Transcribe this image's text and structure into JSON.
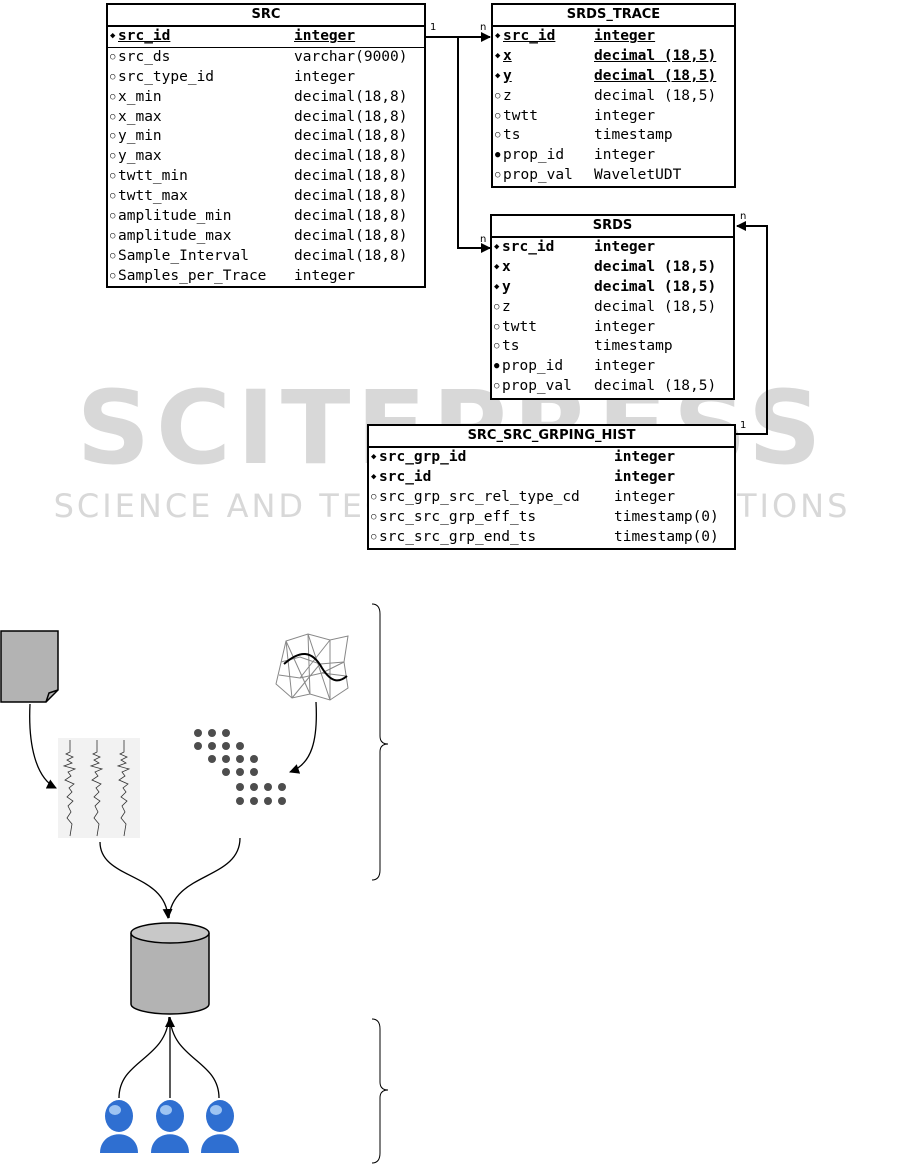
{
  "watermark": {
    "title": "SCITEPRESS",
    "subtitle": "SCIENCE AND TECHNOLOGY PUBLICATIONS"
  },
  "tables": {
    "src": {
      "title": "SRC",
      "rows": [
        {
          "name": "src_id",
          "type": "integer"
        },
        {
          "name": "src_ds",
          "type": "varchar(9000)"
        },
        {
          "name": "src_type_id",
          "type": "integer"
        },
        {
          "name": "x_min",
          "type": "decimal(18,8)"
        },
        {
          "name": "x_max",
          "type": "decimal(18,8)"
        },
        {
          "name": "y_min",
          "type": "decimal(18,8)"
        },
        {
          "name": "y_max",
          "type": "decimal(18,8)"
        },
        {
          "name": "twtt_min",
          "type": "decimal(18,8)"
        },
        {
          "name": "twtt_max",
          "type": "decimal(18,8)"
        },
        {
          "name": "amplitude_min",
          "type": "decimal(18,8)"
        },
        {
          "name": "amplitude_max",
          "type": "decimal(18,8)"
        },
        {
          "name": "Sample_Interval",
          "type": "decimal(18,8)"
        },
        {
          "name": "Samples_per_Trace",
          "type": "integer"
        }
      ]
    },
    "srds_trace": {
      "title": "SRDS_TRACE",
      "rows": [
        {
          "name": "src_id",
          "type": "integer"
        },
        {
          "name": "x",
          "type": "decimal (18,5)"
        },
        {
          "name": "y",
          "type": "decimal (18,5)"
        },
        {
          "name": "z",
          "type": "decimal (18,5)"
        },
        {
          "name": "twtt",
          "type": "integer"
        },
        {
          "name": "ts",
          "type": "timestamp"
        },
        {
          "name": "prop_id",
          "type": "integer"
        },
        {
          "name": "prop_val",
          "type": "WaveletUDT"
        }
      ]
    },
    "srds": {
      "title": "SRDS",
      "rows": [
        {
          "name": "src_id",
          "type": "integer"
        },
        {
          "name": "x",
          "type": "decimal (18,5)"
        },
        {
          "name": "y",
          "type": "decimal (18,5)"
        },
        {
          "name": "z",
          "type": "decimal (18,5)"
        },
        {
          "name": "twtt",
          "type": "integer"
        },
        {
          "name": "ts",
          "type": "timestamp"
        },
        {
          "name": "prop_id",
          "type": "integer"
        },
        {
          "name": "prop_val",
          "type": "decimal (18,5)"
        }
      ]
    },
    "grping": {
      "title": "SRC_SRC_GRPING_HIST",
      "rows": [
        {
          "name": "src_grp_id",
          "type": "integer"
        },
        {
          "name": "src_id",
          "type": "integer"
        },
        {
          "name": "src_grp_src_rel_type_cd",
          "type": "integer"
        },
        {
          "name": "src_src_grp_eff_ts",
          "type": "timestamp(0)"
        },
        {
          "name": "src_src_grp_end_ts",
          "type": "timestamp(0)"
        }
      ]
    }
  },
  "relations": {
    "src_one": "1",
    "trace_many": "n",
    "srds_many": "n",
    "srds_top_many": "n",
    "grping_one": "1"
  },
  "icons": {
    "document": "document-icon",
    "mesh": "mesh-grid-icon",
    "waveform": "seismic-trace-icon",
    "dots": "point-cloud-icon",
    "database": "database-cylinder-icon",
    "users": "user-icon"
  },
  "colors": {
    "gray_fill": "#b3b3b3",
    "user_blue": "#2f6fd1",
    "user_light": "#9ec4f2",
    "dot": "#4d4d4d",
    "watermark": "#d8d8d8"
  }
}
